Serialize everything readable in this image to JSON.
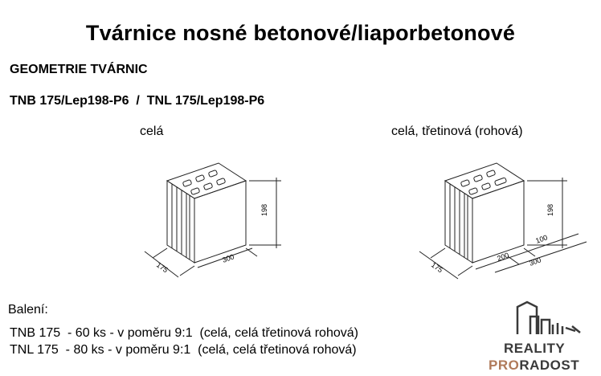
{
  "title": "Tvárnice nosné betonové/liaporbetonové",
  "subtitle": "GEOMETRIE TVÁRNIC",
  "models": "TNB 175/Lep198-P6  /  TNL 175/Lep198-P6",
  "figures": {
    "left_caption": "celá",
    "right_caption": "celá, třetinová (rohová)",
    "left_dims": {
      "height": "198",
      "length": "300",
      "width": "175"
    },
    "right_dims": {
      "height": "198",
      "part_short": "100",
      "part_long": "200",
      "length": "300",
      "width": "175"
    }
  },
  "packaging": {
    "label": "Balení:",
    "lines": [
      "TNB 175  - 60 ks - v poměru 9:1  (celá, celá třetinová rohová)",
      "TNL 175  - 80 ks - v poměru 9:1  (celá, celá třetinová rohová)"
    ]
  },
  "logo": {
    "line1": "REALITY",
    "line2_a": "PRO",
    "line2_b": "RADOST",
    "accent_color": "#b07a5a",
    "dark_color": "#3a3a3a"
  }
}
